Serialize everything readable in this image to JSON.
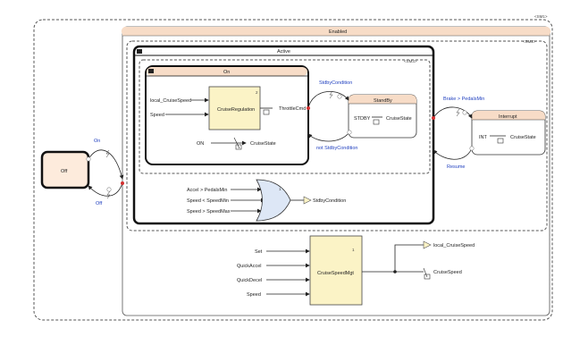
{
  "colors": {
    "state_fill": "#fdf1e7",
    "state_header": "#f7dcc7",
    "block_fill": "#fbf3c6",
    "or_fill": "#dde7f6",
    "transition_label": "#1f3fbf",
    "entry_dot": "#d32f2f"
  },
  "sm1": {
    "label": "<SM1>"
  },
  "sm2": {
    "label": "<SM2>"
  },
  "sm3": {
    "label": "<SM3>"
  },
  "states": {
    "off": {
      "title": "Off"
    },
    "enabled": {
      "title": "Enabled"
    },
    "active": {
      "title": "Active"
    },
    "on": {
      "title": "On"
    },
    "standby": {
      "title": "StandBy"
    },
    "interrupt": {
      "title": "Interrupt"
    }
  },
  "transitions": {
    "on": "On",
    "off": "Off",
    "to_standby": "StdbyCondition",
    "to_on": "not StdbyCondition",
    "to_interrupt": "Brake > PedalsMin",
    "resume": "Resume"
  },
  "on_state": {
    "input_local": "local_CruiseSpeed",
    "input_speed": "Speed",
    "block": "CruiseRegulation",
    "block_index": "2",
    "output": "ThrottleCmd",
    "const_label": "ON",
    "const_output": "CruiseState"
  },
  "standby_state": {
    "const_label": "STDBY",
    "output": "CruiseState"
  },
  "interrupt_state": {
    "const_label": "INT",
    "output": "CruiseState"
  },
  "or_gate": {
    "index": "1",
    "inputs": [
      "Accel > PedalsMin",
      "Speed < SpeedMin",
      "Speed > SpeedMax"
    ],
    "output": "StdbyCondition"
  },
  "speed_mgr": {
    "block": "CruiseSpeedMgt",
    "index": "1",
    "inputs": [
      "Set",
      "QuickAccel",
      "QuickDecel",
      "Speed"
    ],
    "outputs": [
      "local_CruiseSpeed",
      "CruiseSpeed"
    ]
  }
}
